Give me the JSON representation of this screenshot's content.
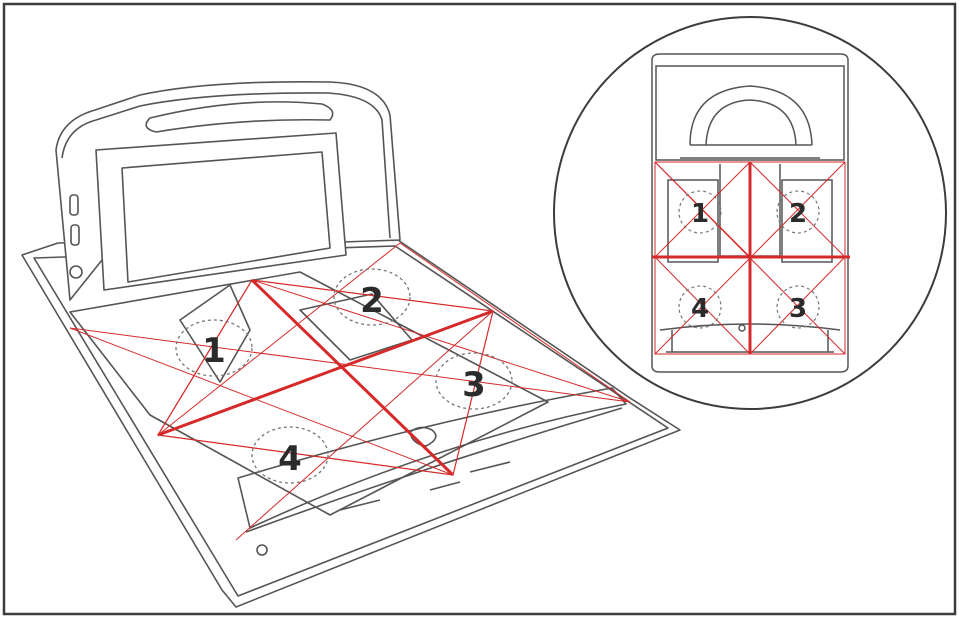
{
  "diagram": {
    "colors": {
      "frame": "#3c3c3c",
      "scanner_outline": "#555555",
      "guide_line": "#d62a2a",
      "zone_circle": "#777777",
      "label": "#2b2b2b"
    },
    "main_zones": [
      {
        "label": "1"
      },
      {
        "label": "2"
      },
      {
        "label": "3"
      },
      {
        "label": "4"
      }
    ],
    "inset_zones": [
      {
        "label": "1"
      },
      {
        "label": "2"
      },
      {
        "label": "3"
      },
      {
        "label": "4"
      }
    ]
  }
}
